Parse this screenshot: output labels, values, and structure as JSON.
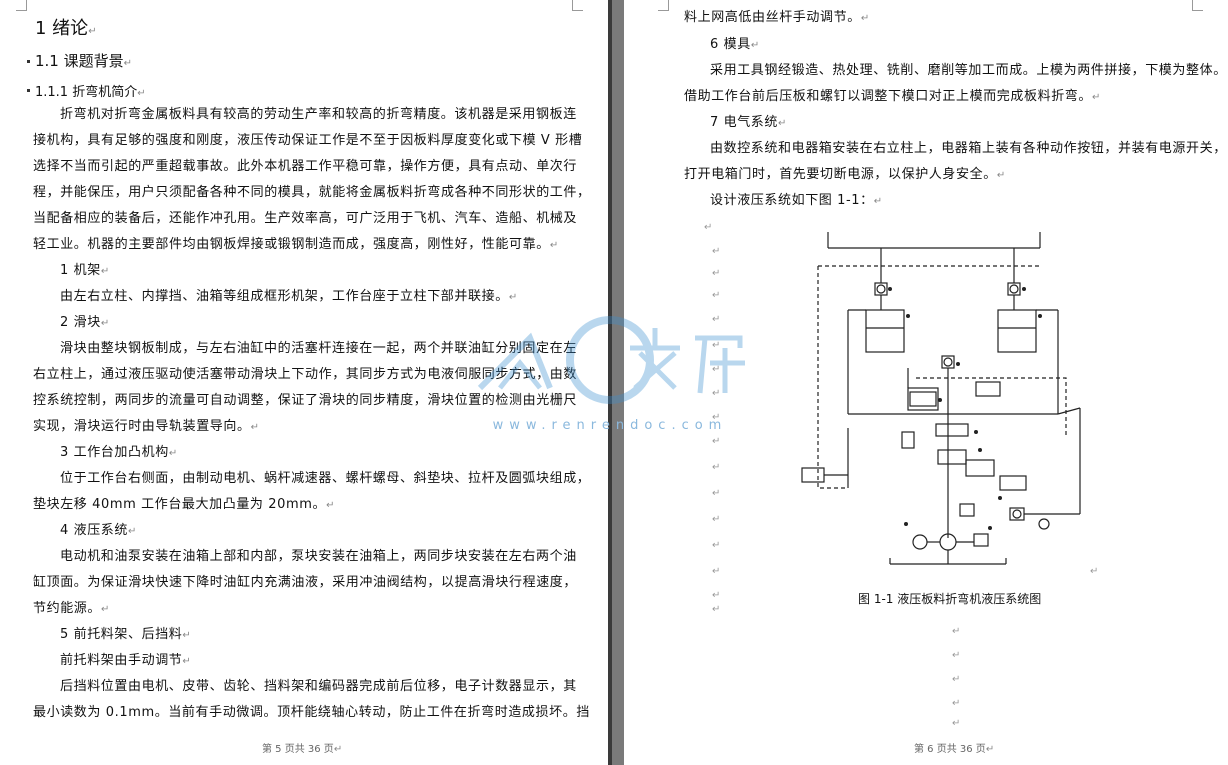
{
  "left_page": {
    "heading1": "1 绪论",
    "heading2": "1.1 课题背景",
    "heading3": "1.1.1  折弯机简介",
    "lines": [
      "折弯机对折弯金属板料具有较高的劳动生产率和较高的折弯精度。该机器是采用钢板连",
      "接机构，具有足够的强度和刚度，液压传动保证工作是不至于因板料厚度变化或下模 V 形槽",
      "选择不当而引起的严重超载事故。此外本机器工作平稳可靠，操作方便，具有点动、单次行",
      "程，并能保压，用户只须配备各种不同的模具，就能将金属板料折弯成各种不同形状的工件，",
      "当配备相应的装备后，还能作冲孔用。生产效率高，可广泛用于飞机、汽车、造船、机械及",
      "轻工业。机器的主要部件均由钢板焊接或锻钢制造而成，强度高，刚性好，性能可靠。",
      "1 机架",
      "由左右立柱、内撑挡、油箱等组成框形机架，工作台座于立柱下部并联接。",
      "2 滑块",
      "滑块由整块钢板制成，与左右油缸中的活塞杆连接在一起，两个并联油缸分别固定在左",
      "右立柱上，通过液压驱动使活塞带动滑块上下动作，其同步方式为电液伺服同步方式，由数",
      "控系统控制，两同步的流量可自动调整，保证了滑块的同步精度，滑块位置的检测由光栅尺",
      "实现，滑块运行时由导轨装置导向。",
      "3 工作台加凸机构",
      "位于工作台右侧面，由制动电机、蜗杆减速器、螺杆螺母、斜垫块、拉杆及圆弧块组成，",
      "垫块左移 40mm 工作台最大加凸量为 20mm。",
      "4 液压系统",
      "电动机和油泵安装在油箱上部和内部，泵块安装在油箱上，两同步块安装在左右两个油",
      "缸顶面。为保证滑块快速下降时油缸内充满油液，采用冲油阀结构，以提高滑块行程速度，",
      "节约能源。",
      "5 前托料架、后挡料",
      "前托料架由手动调节",
      "后挡料位置由电机、皮带、齿轮、挡料架和编码器完成前后位移，电子计数器显示，其",
      "最小读数为 0.1mm。当前有手动微调。顶杆能绕轴心转动，防止工件在折弯时造成损坏。挡"
    ],
    "footer": "第 5 页共 36 页"
  },
  "right_page": {
    "lines": [
      "料上网高低由丝杆手动调节。",
      "6 模具",
      "采用工具钢经锻造、热处理、铣削、磨削等加工而成。上模为两件拼接，下模为整体。",
      "借助工作台前后压板和螺钉以调整下模口对正上模而完成板料折弯。",
      "7 电气系统",
      "由数控系统和电器箱安装在右立柱上，电器箱上装有各种动作按钮，并装有电源开关，",
      "打开电箱门时，首先要切断电源，以保护人身安全。",
      "设计液压系统如下图 1-1："
    ],
    "figure_caption": "图 1-1  液压板料折弯机液压系统图",
    "footer": "第 6 页共 36 页"
  },
  "watermark": {
    "logo_text": "人人文库",
    "url": "www.renrendoc.com"
  },
  "paragraph_mark": "↵"
}
